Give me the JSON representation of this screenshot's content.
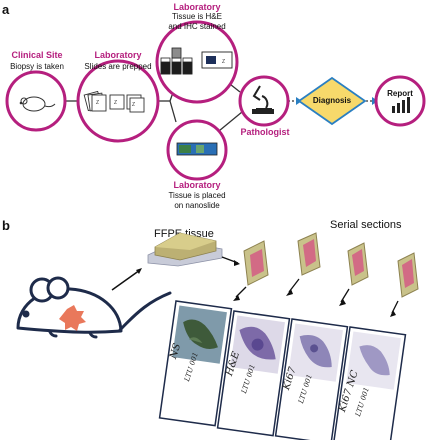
{
  "panel_a": {
    "letter": "a",
    "clinical_site": {
      "title": "Clinical Site",
      "desc": "Biopsy is taken"
    },
    "lab_slides": {
      "title": "Laboratory",
      "desc": "Slides are prepped"
    },
    "lab_stain": {
      "title": "Laboratory",
      "desc_line1": "Tissue is H&E",
      "desc_line2": "and IHC stained"
    },
    "lab_nanoslide": {
      "title": "Laboratory",
      "desc_line1": "Tissue is placed",
      "desc_line2": "on nanoslide"
    },
    "pathologist": {
      "title": "Pathologist"
    },
    "diagnosis": {
      "label": "Diagnosis"
    },
    "report": {
      "label": "Report"
    }
  },
  "panel_b": {
    "letter": "b",
    "ffpe_label": "FFPE tissue",
    "serial_label": "Serial sections",
    "slides": [
      {
        "line1": "NS",
        "line2": "LTU 001"
      },
      {
        "line1": "H&E",
        "line2": "LTU 001"
      },
      {
        "line1": "Ki67",
        "line2": "LTU 001"
      },
      {
        "line1": "Ki67 NC",
        "line2": "LTU 001"
      }
    ]
  },
  "colors": {
    "magenta": "#b51f7e",
    "diamond_fill": "#f7d96b",
    "diamond_stroke": "#2a7fc2",
    "navy": "#1e2b4a"
  }
}
